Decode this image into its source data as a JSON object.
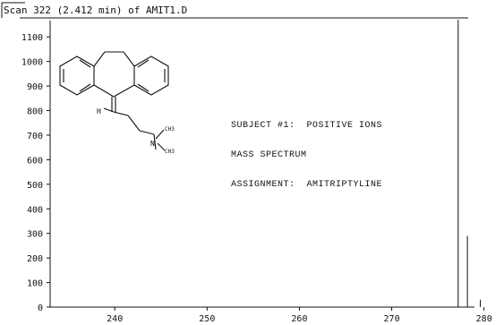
{
  "chart_data": {
    "type": "bar",
    "title": "Scan 322 (2.412 min) of AMIT1.D",
    "xlabel": "",
    "ylabel": "",
    "x_ticks": [
      240,
      250,
      260,
      270,
      280
    ],
    "y_ticks": [
      0,
      100,
      200,
      300,
      400,
      500,
      600,
      700,
      800,
      900,
      1000,
      1100
    ],
    "xlim": [
      233,
      281
    ],
    "ylim": [
      0,
      1170
    ],
    "peaks": [
      {
        "mz": 277.2,
        "intensity": 1320
      },
      {
        "mz": 278.2,
        "intensity": 290
      },
      {
        "mz": 279.6,
        "intensity": 30
      }
    ],
    "annotation": [
      "SUBJECT #1:  POSITIVE IONS",
      "MASS SPECTRUM",
      "ASSIGNMENT:  AMITRIPTYLINE"
    ],
    "structure_labels": {
      "h": "H",
      "n": "N",
      "methyl_1": "CH3",
      "methyl_2": "CH3"
    }
  },
  "colors": {
    "ink": "#111111",
    "background": "#ffffff"
  }
}
